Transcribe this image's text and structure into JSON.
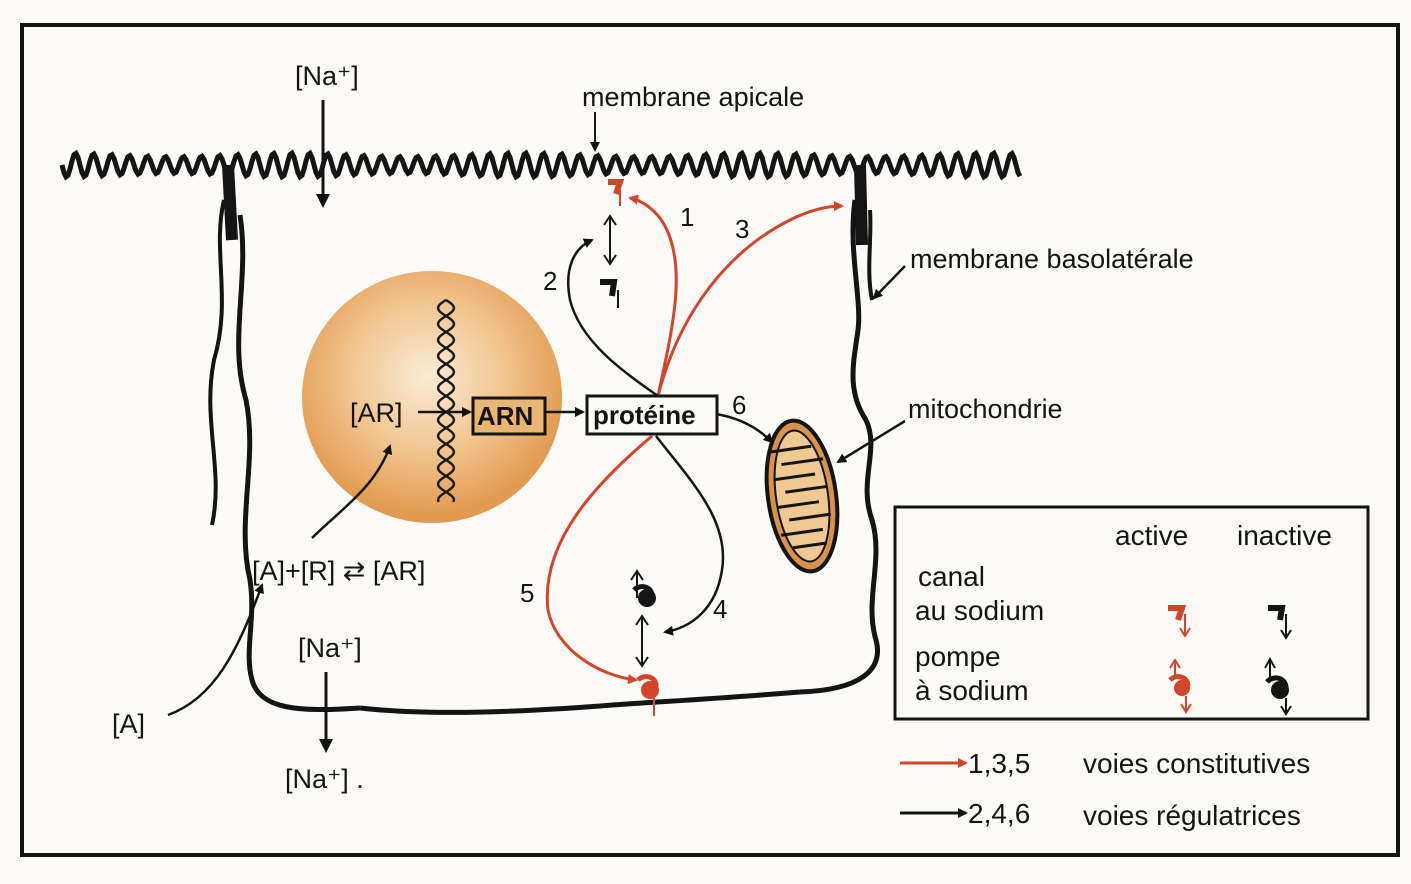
{
  "labels": {
    "na_top": "[Na⁺]",
    "membrane_apicale": "membrane apicale",
    "membrane_basolaterale": "membrane basolatérale",
    "mitochondrie": "mitochondrie",
    "ar": "[AR]",
    "arn": "ARN",
    "proteine": "protéine",
    "equation": "[A]+[R] ⇄ [AR]",
    "a": "[A]",
    "na_bottom": "[Na⁺]",
    "na_out": "[Na⁺] ."
  },
  "pathways": {
    "n1": "1",
    "n2": "2",
    "n3": "3",
    "n4": "4",
    "n5": "5",
    "n6": "6"
  },
  "legend": {
    "active": "active",
    "inactive": "inactive",
    "canal_line1": "canal",
    "canal_line2": "au sodium",
    "pompe_line1": "pompe",
    "pompe_line2": "à sodium"
  },
  "key": {
    "constitutive_nums": "1,3,5",
    "constitutive_label": "voies constitutives",
    "regulatory_nums": "2,4,6",
    "regulatory_label": "voies régulatrices"
  },
  "colors": {
    "constitutive": "#d2452b",
    "regulatory": "#111111",
    "nucleus": "#e7a25a",
    "mitochondria": "#d9924a"
  }
}
